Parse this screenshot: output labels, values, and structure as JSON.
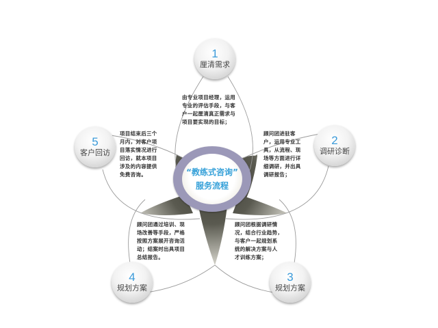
{
  "diagram": {
    "center": {
      "line1": "“教练式咨询”",
      "line2": "服务流程",
      "ring_color": "#9b98b8",
      "text_color": "#35a0d8"
    },
    "steps": [
      {
        "number": "1",
        "label": "厘清需求",
        "description": [
          "由专业项目经理，运用",
          "专业的评估手段，与客",
          "户一起厘清真正需求与",
          "项目要实现的目标；"
        ]
      },
      {
        "number": "2",
        "label": "调研诊断",
        "description": [
          "顾问团进驻客",
          "户，运用专业工",
          "具，从流程、现",
          "场等方面进行详",
          "细调研，并出具",
          "调研报告；"
        ]
      },
      {
        "number": "3",
        "label": "规划方案",
        "description": [
          "顾问团根据调研情",
          "况，结合行业趋势，",
          "与客户一起规划系",
          "统的解决方案与人",
          "才训练方案；"
        ]
      },
      {
        "number": "4",
        "label": "规划方案",
        "description": [
          "顾问团通过培训、现",
          "场改善等手段，严格",
          "按照方案展开咨询活",
          "动；结案时出具项目",
          "总结报告。"
        ]
      },
      {
        "number": "5",
        "label": "客户回访",
        "description": [
          "项目结束后三个",
          "月内，对客户项",
          "目落实情况进行",
          "回访，就本项目",
          "涉及的内容提供",
          "免费咨询。"
        ]
      }
    ],
    "colors": {
      "number": "#3a9ad9",
      "petal_outline": "#9a9a9a",
      "wedge_dark": "#4a4a40",
      "wedge_light": "#b9b8ad"
    }
  }
}
